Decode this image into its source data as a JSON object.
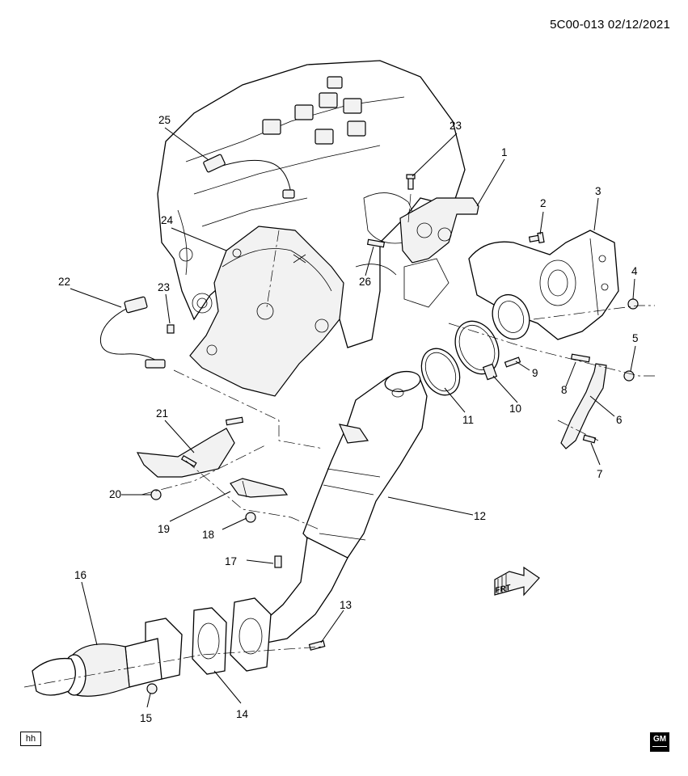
{
  "header": {
    "document_id": "5C00-013 02/12/2021"
  },
  "footer": {
    "code_box": "hh",
    "logo_text": "GM"
  },
  "direction_arrow": {
    "label": "FRT"
  },
  "callouts": {
    "c1": "1",
    "c2": "2",
    "c3": "3",
    "c4": "4",
    "c5": "5",
    "c6": "6",
    "c7": "7",
    "c8": "8",
    "c9": "9",
    "c10": "10",
    "c11": "11",
    "c12": "12",
    "c13": "13",
    "c14": "14",
    "c15": "15",
    "c16": "16",
    "c17": "17",
    "c18": "18",
    "c19": "19",
    "c20": "20",
    "c21": "21",
    "c22": "22",
    "c23a": "23",
    "c23b": "23",
    "c24": "24",
    "c25": "25",
    "c26": "26"
  }
}
